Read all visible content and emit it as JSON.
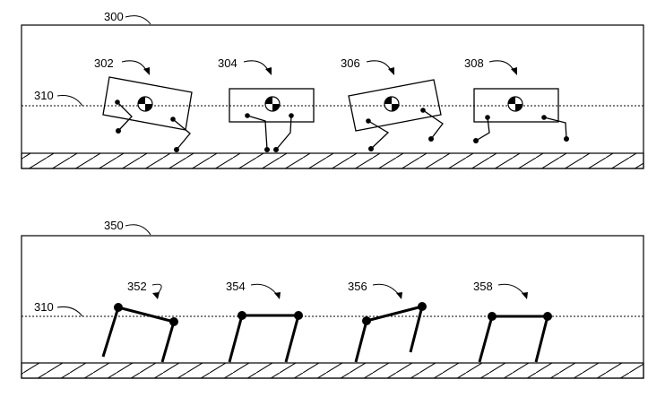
{
  "figure": {
    "top_panel": {
      "ref": "300",
      "line_ref": "310",
      "robots": [
        {
          "ref": "302"
        },
        {
          "ref": "304"
        },
        {
          "ref": "306"
        },
        {
          "ref": "308"
        }
      ]
    },
    "bottom_panel": {
      "ref": "350",
      "line_ref": "310",
      "robots": [
        {
          "ref": "352"
        },
        {
          "ref": "354"
        },
        {
          "ref": "356"
        },
        {
          "ref": "358"
        }
      ]
    }
  }
}
